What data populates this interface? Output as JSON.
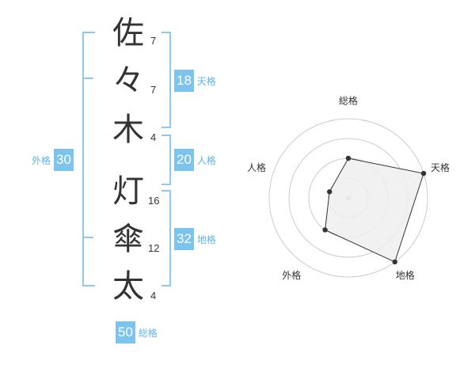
{
  "characters": [
    {
      "char": "佐",
      "strokes": "7"
    },
    {
      "char": "々",
      "strokes": "7"
    },
    {
      "char": "木",
      "strokes": "4"
    },
    {
      "char": "灯",
      "strokes": "16"
    },
    {
      "char": "傘",
      "strokes": "12"
    },
    {
      "char": "太",
      "strokes": "4"
    }
  ],
  "grids": {
    "tenkaku": {
      "value": "18",
      "label": "天格"
    },
    "jinkaku": {
      "value": "20",
      "label": "人格"
    },
    "chikaku": {
      "value": "32",
      "label": "地格"
    },
    "gaikaku": {
      "value": "30",
      "label": "外格"
    },
    "soukaku": {
      "value": "50",
      "label": "総格"
    }
  },
  "radar": {
    "axis_labels": [
      "総格",
      "天格",
      "地格",
      "外格",
      "人格"
    ],
    "rings": 4,
    "max": 4,
    "values": [
      2.0,
      4.0,
      4.0,
      2.0,
      1.0
    ],
    "fill_color": "#eeeeee",
    "line_color": "#333333"
  },
  "colors": {
    "accent": "#7cc4ee",
    "bracket": "#8cc8f0"
  }
}
